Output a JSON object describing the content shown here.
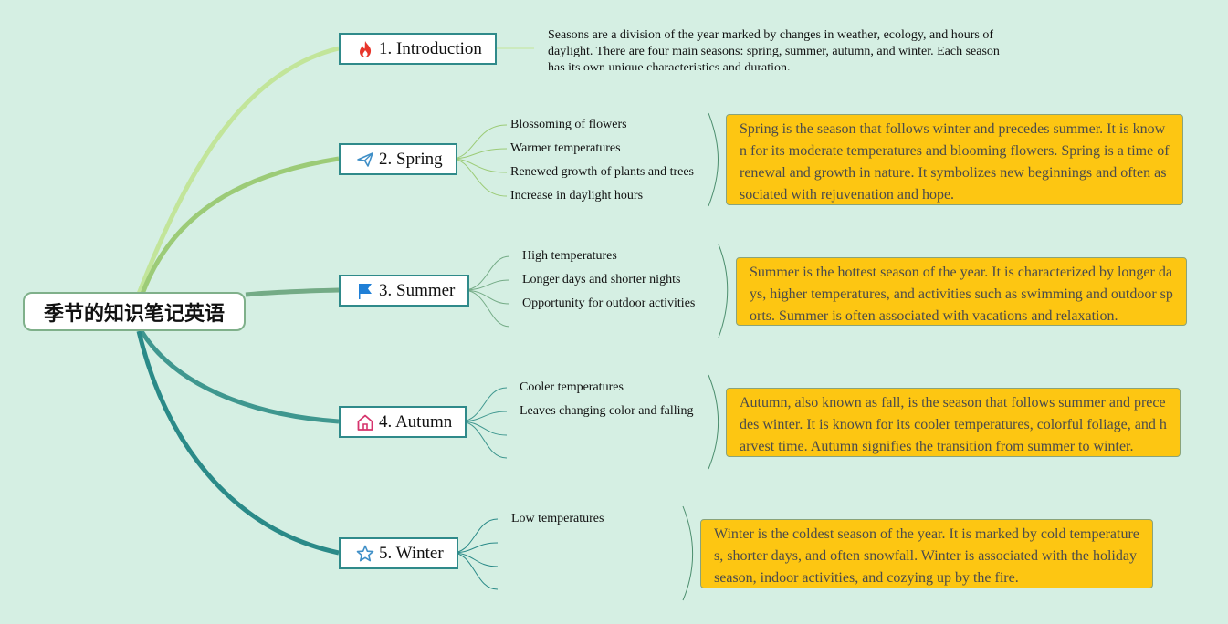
{
  "root": {
    "title": "季节的知识笔记英语"
  },
  "topics": [
    {
      "label": "1. Introduction",
      "icon": "fire-icon"
    },
    {
      "label": "2. Spring",
      "icon": "paper-plane-icon"
    },
    {
      "label": "3. Summer",
      "icon": "flag-icon"
    },
    {
      "label": "4. Autumn",
      "icon": "house-icon"
    },
    {
      "label": "5. Winter",
      "icon": "star-icon"
    }
  ],
  "intro": {
    "text": "Seasons are a division of the year marked by changes in weather, ecology, and hours of daylight. There are four main seasons: spring, summer, autumn, and winter. Each season has its own unique characteristics and duration."
  },
  "spring": {
    "points": [
      "Blossoming of flowers",
      "Warmer temperatures",
      "Renewed growth of plants and trees",
      "Increase in daylight hours"
    ],
    "note": "Spring is the season that follows winter and precedes summer. It is known for its moderate temperatures and blooming flowers. Spring is a time of renewal and growth in nature. It symbolizes new beginnings and often associated with rejuvenation and hope."
  },
  "summer": {
    "points": [
      "High temperatures",
      "Longer days and shorter nights",
      "Opportunity for outdoor activities"
    ],
    "note": "Summer is the hottest season of the year. It is characterized by longer days, higher temperatures, and activities such as swimming and outdoor sports. Summer is often associated with vacations and relaxation."
  },
  "autumn": {
    "points": [
      "Cooler temperatures",
      "Leaves changing color and falling"
    ],
    "note": "Autumn, also known as fall, is the season that follows summer and precedes winter. It is known for its cooler temperatures, colorful foliage, and harvest time. Autumn signifies the transition from summer to winter."
  },
  "winter": {
    "points": [
      "Low temperatures"
    ],
    "note": "Winter is the coldest season of the year. It is marked by cold temperatures, shorter days, and often snowfall. Winter is associated with the holiday season, indoor activities, and cozying up by the fire."
  },
  "colors": {
    "background": "#d5efe3",
    "note_fill": "#fdc612",
    "branch_intro": "#c2e59a",
    "branch_spring": "#9ccb77",
    "branch_summer": "#74ab86",
    "branch_autumn": "#3f978f",
    "branch_winter": "#2a8a88"
  }
}
